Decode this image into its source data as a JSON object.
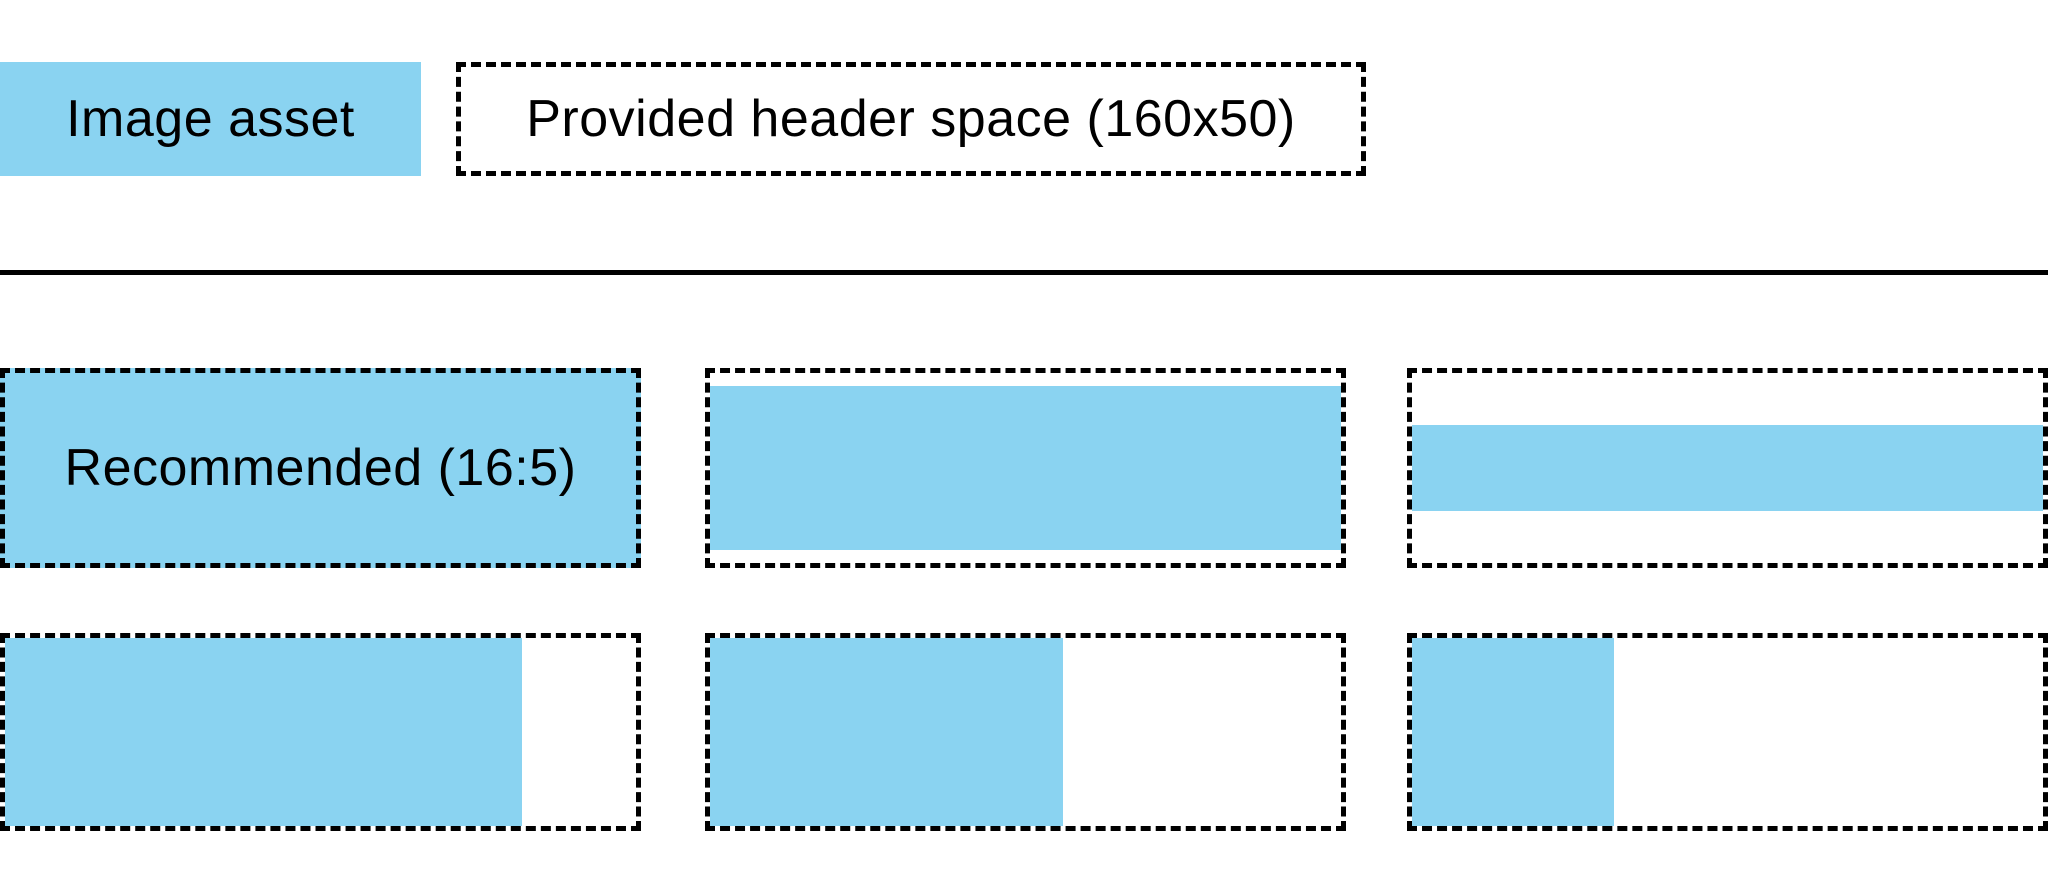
{
  "palette": {
    "asset_blue": "#8AD3F1",
    "ink": "#000000",
    "background": "#FFFFFF"
  },
  "legend": {
    "image_asset_label": "Image asset",
    "header_space_label": "Provided header space (160x50)"
  },
  "grid": {
    "rows": 2,
    "cols": 3,
    "recommended_label": "Recommended (16:5)",
    "cells": [
      {
        "id": "row0-col0",
        "label": "Recommended (16:5)",
        "fill_width_pct": 100,
        "fill_height_pct": 100,
        "fill_align": "center"
      },
      {
        "id": "row0-col1",
        "label": "",
        "fill_width_pct": 100,
        "fill_height_pct": 86,
        "fill_align": "center"
      },
      {
        "id": "row0-col2",
        "label": "",
        "fill_width_pct": 100,
        "fill_height_pct": 45,
        "fill_align": "center"
      },
      {
        "id": "row1-col0",
        "label": "",
        "fill_width_pct": 82,
        "fill_height_pct": 100,
        "fill_align": "left"
      },
      {
        "id": "row1-col1",
        "label": "",
        "fill_width_pct": 56,
        "fill_height_pct": 100,
        "fill_align": "left"
      },
      {
        "id": "row1-col2",
        "label": "",
        "fill_width_pct": 32,
        "fill_height_pct": 100,
        "fill_align": "left"
      }
    ]
  }
}
